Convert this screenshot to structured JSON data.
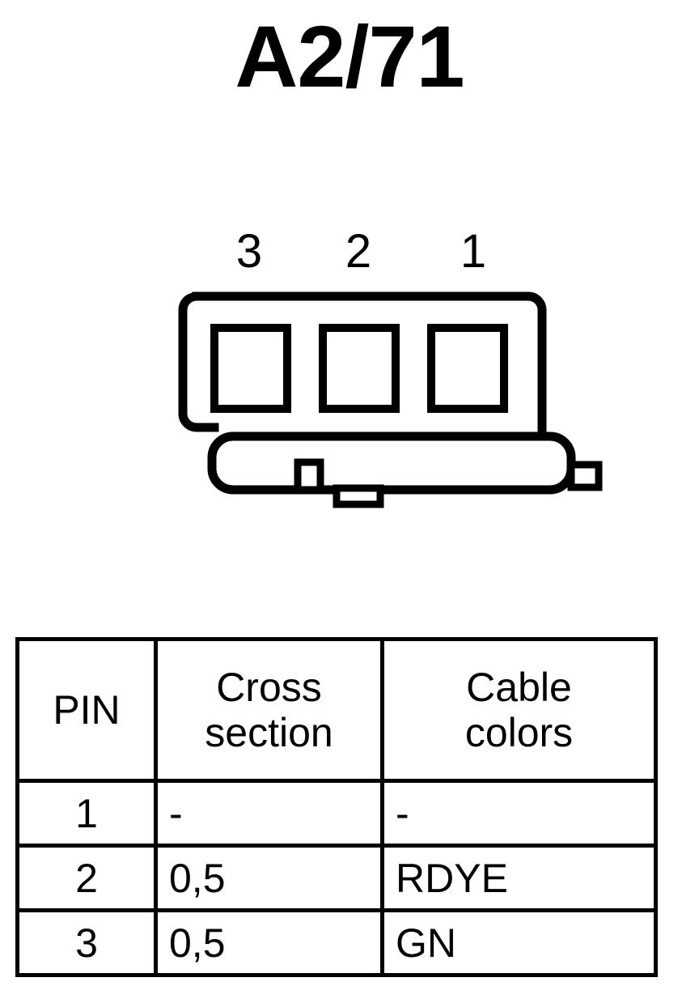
{
  "title": "A2/71",
  "connector": {
    "pin_labels": [
      "3",
      "2",
      "1"
    ],
    "cavity_count": 3,
    "outline_color": "#000000"
  },
  "table": {
    "headers": [
      "PIN",
      "Cross\nsection",
      "Cable\ncolors"
    ],
    "rows": [
      {
        "pin": "1",
        "cross_section": "-",
        "cable_colors": "-"
      },
      {
        "pin": "2",
        "cross_section": "0,5",
        "cable_colors": "RDYE"
      },
      {
        "pin": "3",
        "cross_section": "0,5",
        "cable_colors": "GN"
      }
    ]
  }
}
